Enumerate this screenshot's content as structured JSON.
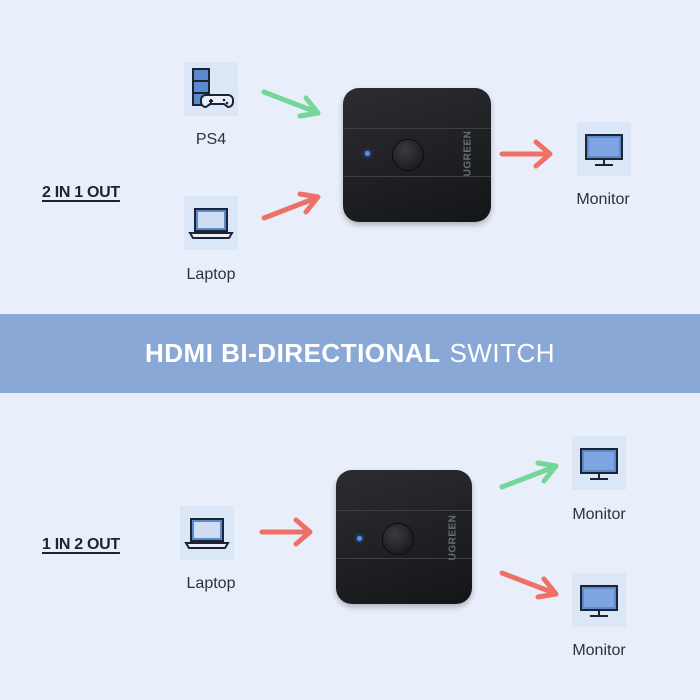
{
  "banner": {
    "title_bold": "HDMI BI-DIRECTIONAL",
    "title_light": "SWITCH"
  },
  "top": {
    "mode_label": "2 IN 1 OUT",
    "input1_label": "PS4",
    "input2_label": "Laptop",
    "output_label": "Monitor",
    "device_brand": "UGREEN"
  },
  "bottom": {
    "mode_label": "1 IN 2 OUT",
    "input_label": "Laptop",
    "output1_label": "Monitor",
    "output2_label": "Monitor",
    "device_brand": "UGREEN"
  },
  "colors": {
    "active_arrow": "#74d69a",
    "signal_arrow": "#ef7067",
    "banner": "#8aa8d6",
    "background": "#e8eefa"
  },
  "icons": [
    "ps4-console-icon",
    "laptop-icon",
    "monitor-icon",
    "hdmi-switch-device"
  ]
}
